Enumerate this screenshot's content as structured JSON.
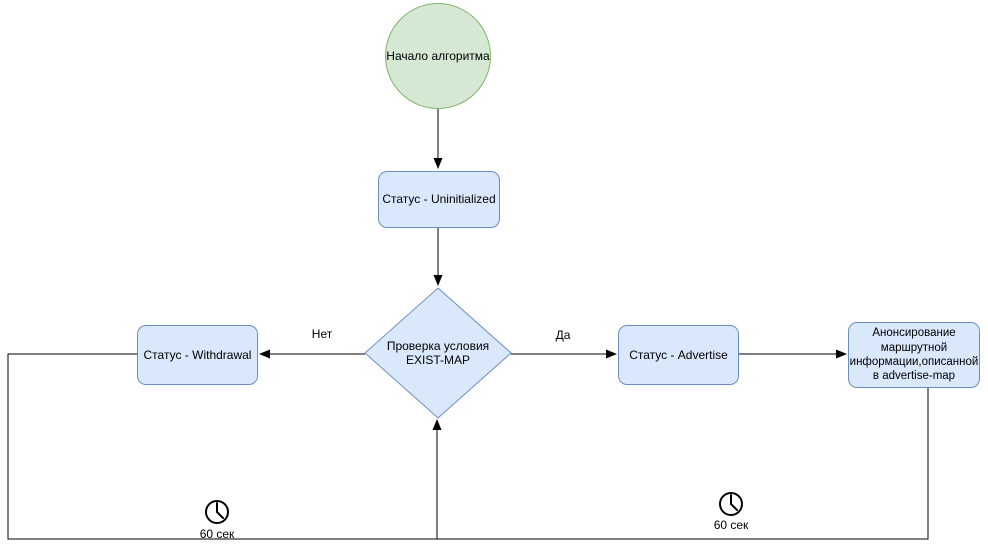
{
  "diagram": {
    "type": "flowchart",
    "background": "#ffffff",
    "nodes": {
      "start": {
        "shape": "circle",
        "label": "Начало алгоритма"
      },
      "uninitialized": {
        "shape": "rounded-rect",
        "label": "Статус - Uninitialized"
      },
      "check": {
        "shape": "diamond",
        "lines": [
          "Проверка условия",
          "EXIST-MAP"
        ]
      },
      "withdrawal": {
        "shape": "rounded-rect",
        "label": "Статус - Withdrawal"
      },
      "advertise": {
        "shape": "rounded-rect",
        "label": "Статус - Advertise"
      },
      "announce": {
        "shape": "rounded-rect",
        "lines": [
          "Анонсирование",
          "маршрутной",
          "информации,описанной",
          "в advertise-map"
        ]
      }
    },
    "edges": [
      {
        "from": "start",
        "to": "uninitialized",
        "label": ""
      },
      {
        "from": "uninitialized",
        "to": "check",
        "label": ""
      },
      {
        "from": "check",
        "to": "withdrawal",
        "label": "Нет"
      },
      {
        "from": "check",
        "to": "advertise",
        "label": "Да"
      },
      {
        "from": "advertise",
        "to": "announce",
        "label": ""
      },
      {
        "from": "withdrawal",
        "to": "check",
        "label": "60 сек",
        "icon": "clock-icon"
      },
      {
        "from": "announce",
        "to": "check",
        "label": "60 сек",
        "icon": "clock-icon"
      }
    ],
    "colors": {
      "process_fill": "#dae8fc",
      "process_stroke": "#6c8ebf",
      "start_fill": "#d5e8d4",
      "start_stroke": "#82b366",
      "connector": "#000000",
      "text": "#000000"
    }
  }
}
